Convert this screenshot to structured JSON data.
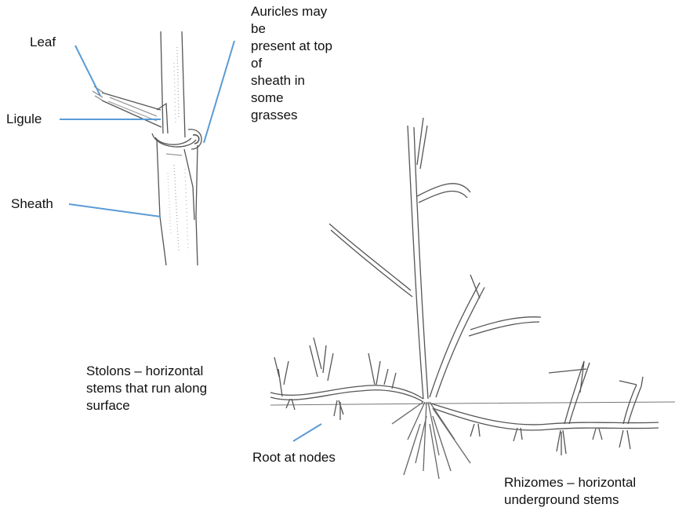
{
  "labels": {
    "leaf": "Leaf",
    "ligule": "Ligule",
    "sheath": "Sheath",
    "auricles": "Auricles may\nbe\n present at top\nof\nsheath in\nsome\ngrasses",
    "stolons": "Stolons – horizontal\nstems that run along\nsurface",
    "roots": "Root at nodes",
    "rhizomes": "Rhizomes – horizontal\nunderground stems"
  },
  "colors": {
    "leader_line": "#5b9bd5",
    "drawing_ink": "#555555",
    "text": "#111111"
  }
}
